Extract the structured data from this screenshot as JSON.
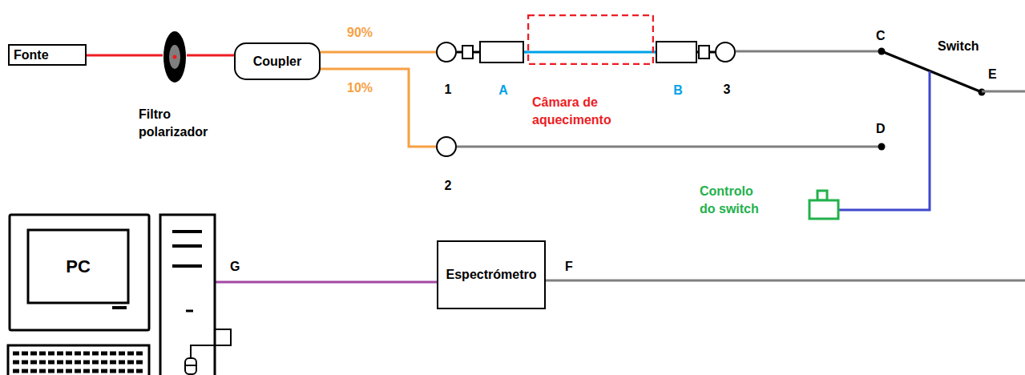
{
  "diagram": {
    "nodes": [
      {
        "text": [
          "Fonte"
        ]
      },
      {
        "text": [
          "Filtro polarizador"
        ]
      },
      {
        "text": [
          "Coupler"
        ]
      },
      {
        "text": [
          "1"
        ]
      },
      {
        "text": [
          "A"
        ]
      },
      {
        "text": [
          "Câmara de aquecimento"
        ]
      },
      {
        "text": [
          "B"
        ]
      },
      {
        "text": [
          "3"
        ]
      },
      {
        "text": [
          "2"
        ]
      },
      {
        "text": [
          "PC"
        ]
      },
      {
        "text": [
          "Espectrómetro"
        ]
      }
    ],
    "edges": [
      {
        "from": 0,
        "to": 1,
        "arrow": "none"
      },
      {
        "from": 1,
        "to": 2,
        "arrow": "none"
      },
      {
        "from": 2,
        "to": 3,
        "arrow": "none",
        "label": "90%"
      },
      {
        "from": 2,
        "to": 8,
        "arrow": "none",
        "label": "10%"
      },
      {
        "from": 3,
        "to": 4,
        "arrow": "none"
      },
      {
        "from": 4,
        "to": 5,
        "arrow": "none"
      },
      {
        "from": 5,
        "to": 6,
        "arrow": "none"
      },
      {
        "from": 6,
        "to": 7,
        "arrow": "none"
      },
      {
        "from": 9,
        "to": 10,
        "arrow": "none"
      }
    ],
    "labels": [
      "C",
      "Switch",
      "E",
      "D",
      "Controlo do switch",
      "G",
      "F"
    ]
  }
}
